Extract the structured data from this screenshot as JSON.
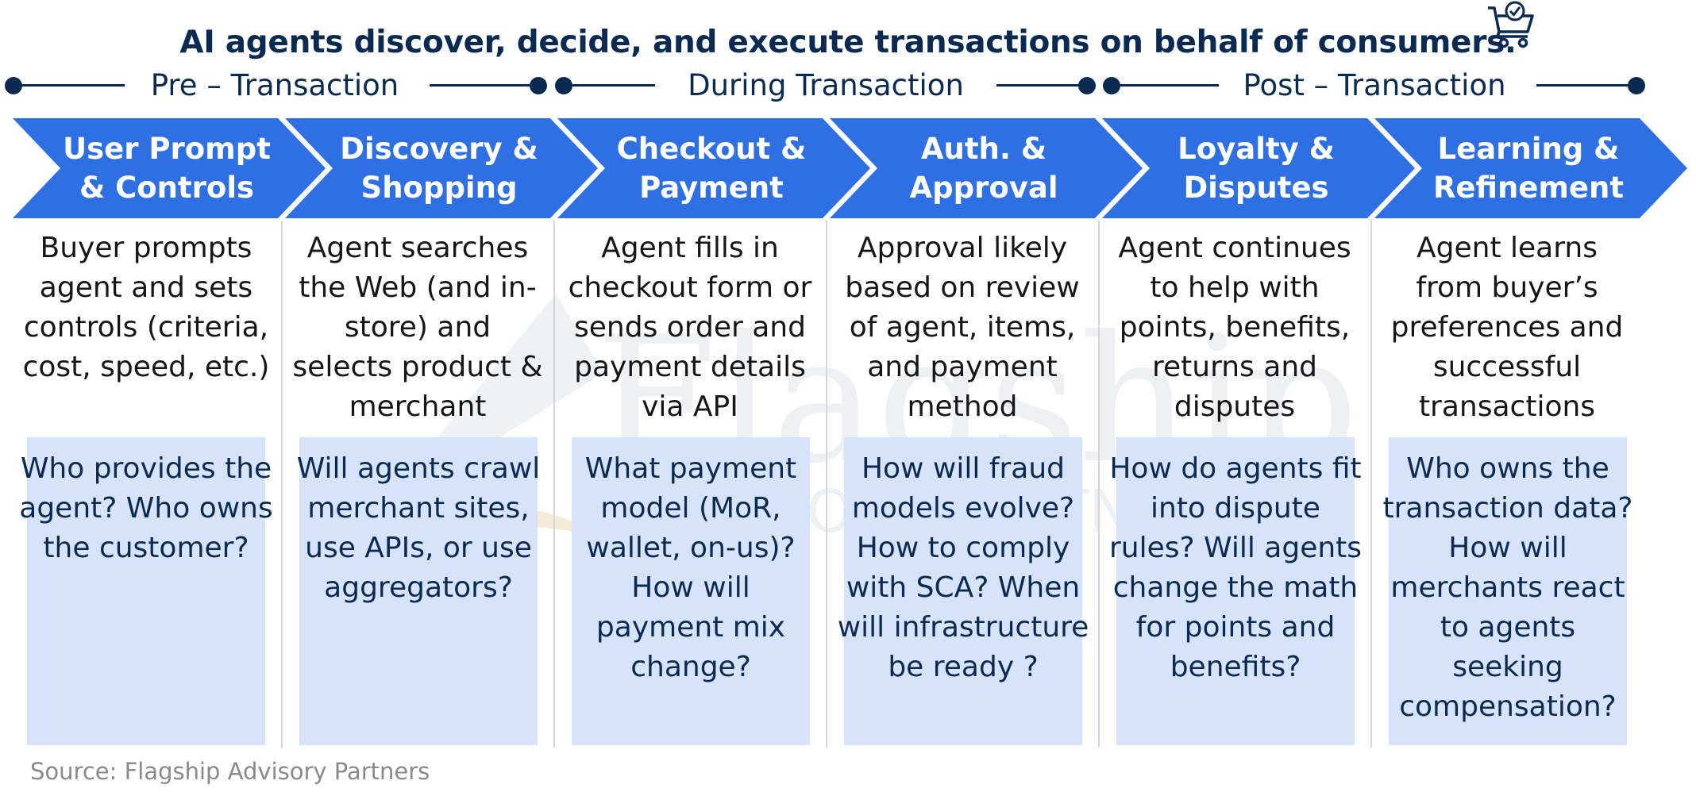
{
  "title": "AI agents discover, decide, and execute transactions on behalf of consumers.",
  "source": "Source: Flagship Advisory Partners",
  "watermark": {
    "line1": "Flagship",
    "line2": "ADVISORY PARTNERS"
  },
  "phases": [
    {
      "label": "Pre – Transaction"
    },
    {
      "label": "During Transaction"
    },
    {
      "label": "Post – Transaction"
    }
  ],
  "stages": [
    {
      "title": "User Prompt\n& Controls",
      "description": "Buyer prompts agent and sets controls (criteria, cost, speed, etc.)",
      "questions": "Who provides the agent? Who owns the customer?"
    },
    {
      "title": "Discovery &\nShopping",
      "description": "Agent searches the Web (and in-store) and selects product & merchant",
      "questions": "Will agents crawl merchant sites, use APIs, or use aggregators?"
    },
    {
      "title": "Checkout &\nPayment",
      "description": "Agent fills in checkout form or sends order and payment details via API",
      "questions": "What payment model (MoR, wallet, on-us)? How will payment mix change?"
    },
    {
      "title": "Auth. &\nApproval",
      "description": "Approval likely based on review of agent, items, and payment method",
      "questions": "How will fraud models evolve? How to comply with SCA? When will infrastructure be ready ?"
    },
    {
      "title": "Loyalty &\nDisputes",
      "description": "Agent continues to help with points, benefits, returns and disputes",
      "questions": "How do agents fit into dispute rules? Will agents change the math for points and benefits?"
    },
    {
      "title": "Learning &\nRefinement",
      "description": "Agent learns from buyer’s preferences and successful transactions",
      "questions": "Who owns the transaction data? How will merchants react to agents seeking compensation?"
    }
  ],
  "colors": {
    "chevron": "#2f6fe4",
    "navy": "#0b2a52",
    "question_box": "#d4e1f8",
    "divider": "#d4d6da"
  },
  "icons": {
    "title_icon": "shopping-cart-check-icon"
  }
}
